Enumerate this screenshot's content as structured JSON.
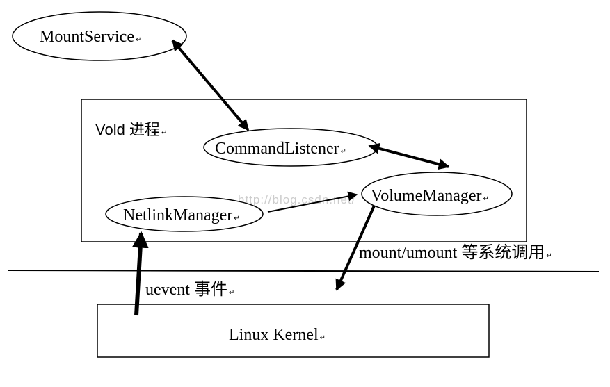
{
  "nodes": {
    "mount_service": "MountService",
    "vold_process": "Vold 进程",
    "command_listener": "CommandListener",
    "volume_manager": "VolumeManager",
    "netlink_manager": "NetlinkManager",
    "linux_kernel": "Linux Kernel"
  },
  "edges": {
    "syscall_label": "mount/umount 等系统调用",
    "uevent_label": "uevent 事件"
  },
  "paragraph_mark": "↵",
  "watermark": "http://blog.csdn.net/",
  "colors": {
    "stroke": "#000000",
    "background": "#ffffff",
    "watermark": "#cccccc"
  }
}
